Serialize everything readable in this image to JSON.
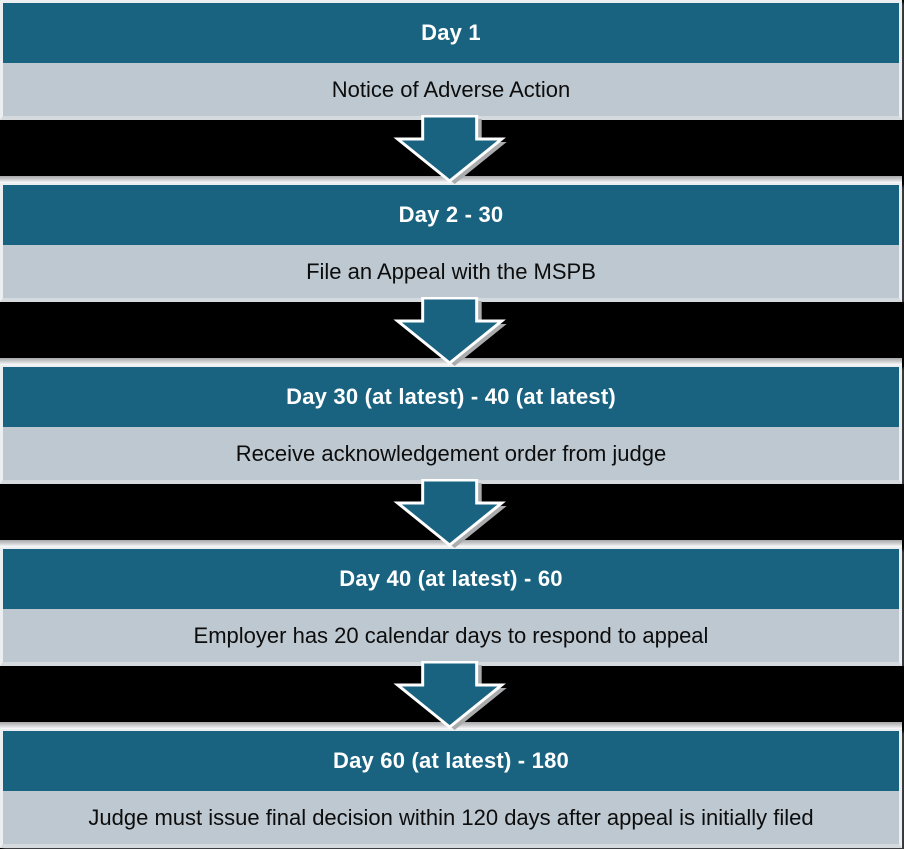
{
  "diagram_type": "vertical-flowchart",
  "steps": [
    {
      "header": "Day 1",
      "body": "Notice of Adverse Action"
    },
    {
      "header": "Day 2 - 30",
      "body": "File an Appeal with the MSPB"
    },
    {
      "header": "Day 30 (at latest) - 40 (at latest)",
      "body": "Receive acknowledgement order from judge"
    },
    {
      "header": "Day 40 (at latest) - 60",
      "body": "Employer has 20 calendar days to respond to appeal"
    },
    {
      "header": "Day 60 (at latest) - 180",
      "body": "Judge must issue final decision within 120 days after appeal is initially filed"
    }
  ],
  "connectors": {
    "icon": "down-arrow",
    "count": 4,
    "meaning": "flow to next step"
  },
  "colors": {
    "background": "#000000",
    "header_bg": "#196380",
    "header_text": "#FFFFFF",
    "body_bg": "#BDC8D1",
    "body_text": "#0D0D0D",
    "border_light": "#ECEFF1",
    "border_bottom": "#D5DADE",
    "band_dark": "#A6A8AA",
    "band_light": "#FDFDFD",
    "arrow_fill": "#196380",
    "arrow_outline": "#FFFFFF",
    "arrow_shadow": "#A9ABAD"
  }
}
